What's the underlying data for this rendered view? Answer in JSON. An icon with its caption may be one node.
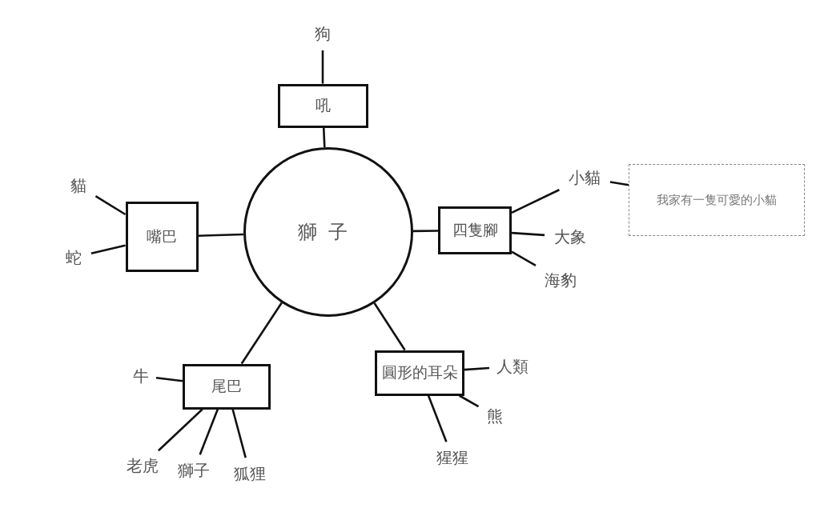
{
  "diagram": {
    "nodes": [
      {
        "text": [
          "獅子"
        ]
      },
      {
        "text": [
          "吼"
        ]
      },
      {
        "text": [
          "狗"
        ]
      },
      {
        "text": [
          "嘴巴"
        ]
      },
      {
        "text": [
          "貓"
        ]
      },
      {
        "text": [
          "蛇"
        ]
      },
      {
        "text": [
          "四隻腳"
        ]
      },
      {
        "text": [
          "小貓"
        ]
      },
      {
        "text": [
          "我家有一隻可愛的小貓"
        ]
      },
      {
        "text": [
          "大象"
        ]
      },
      {
        "text": [
          "海豹"
        ]
      },
      {
        "text": [
          "圓形的耳朵"
        ]
      },
      {
        "text": [
          "人類"
        ]
      },
      {
        "text": [
          "熊"
        ]
      },
      {
        "text": [
          "猩猩"
        ]
      },
      {
        "text": [
          "尾巴"
        ]
      },
      {
        "text": [
          "牛"
        ]
      },
      {
        "text": [
          "老虎"
        ]
      },
      {
        "text": [
          "獅子"
        ]
      },
      {
        "text": [
          "狐狸"
        ]
      }
    ],
    "edges": [
      {
        "from": 0,
        "to": 1,
        "arrow": "none"
      },
      {
        "from": 1,
        "to": 2,
        "arrow": "none"
      },
      {
        "from": 0,
        "to": 3,
        "arrow": "none"
      },
      {
        "from": 3,
        "to": 4,
        "arrow": "none"
      },
      {
        "from": 3,
        "to": 5,
        "arrow": "none"
      },
      {
        "from": 0,
        "to": 6,
        "arrow": "none"
      },
      {
        "from": 6,
        "to": 7,
        "arrow": "none"
      },
      {
        "from": 7,
        "to": 8,
        "arrow": "none"
      },
      {
        "from": 6,
        "to": 9,
        "arrow": "none"
      },
      {
        "from": 6,
        "to": 10,
        "arrow": "none"
      },
      {
        "from": 0,
        "to": 11,
        "arrow": "none"
      },
      {
        "from": 11,
        "to": 12,
        "arrow": "none"
      },
      {
        "from": 11,
        "to": 13,
        "arrow": "none"
      },
      {
        "from": 11,
        "to": 14,
        "arrow": "none"
      },
      {
        "from": 0,
        "to": 15,
        "arrow": "none"
      },
      {
        "from": 15,
        "to": 16,
        "arrow": "none"
      },
      {
        "from": 15,
        "to": 17,
        "arrow": "none"
      },
      {
        "from": 15,
        "to": 18,
        "arrow": "none"
      },
      {
        "from": 15,
        "to": 19,
        "arrow": "none"
      }
    ]
  }
}
